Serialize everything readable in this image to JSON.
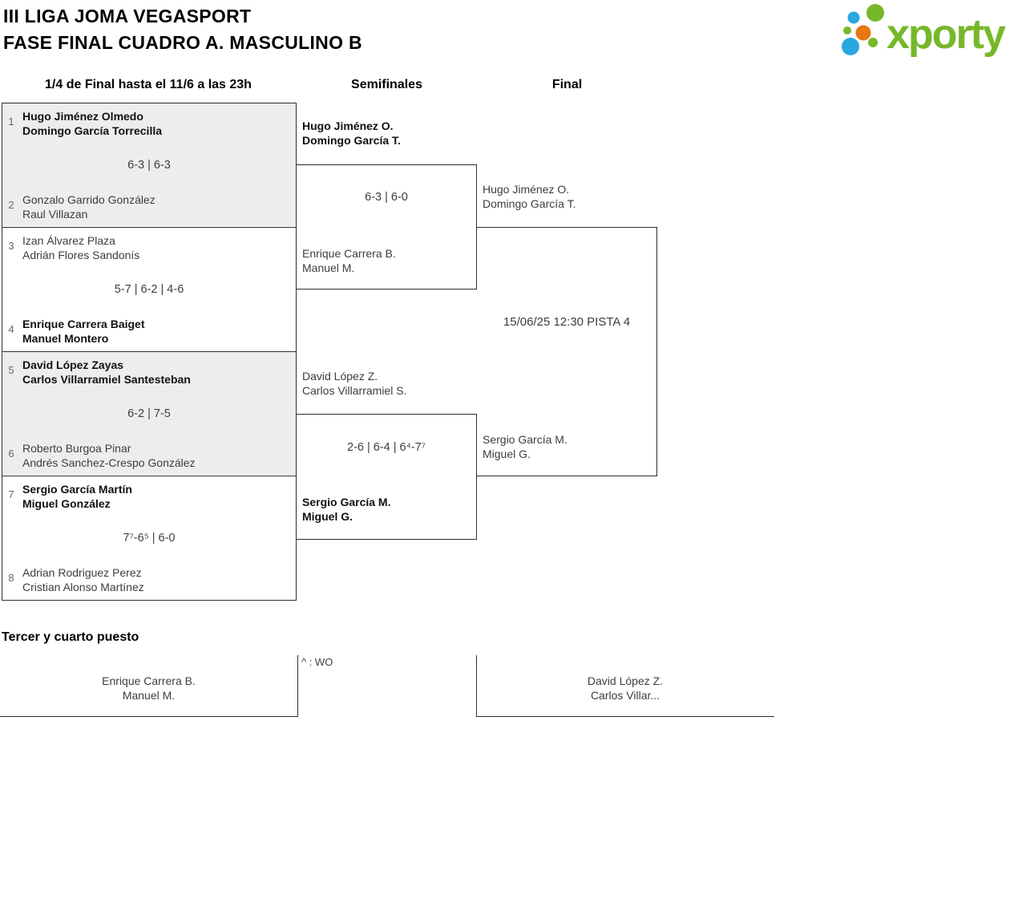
{
  "title": {
    "line1": "III LIGA JOMA VEGASPORT",
    "line2": "FASE FINAL CUADRO A. MASCULINO B"
  },
  "logo": {
    "text": "xporty",
    "green": "#76b82a",
    "blue": "#29a8e0",
    "orange": "#e87613"
  },
  "columns": {
    "quarterfinals": "1/4 de Final hasta el 11/6 a las 23h",
    "semifinals": "Semifinales",
    "final": "Final"
  },
  "quarterfinals": [
    {
      "seed_top": "1",
      "team_top": [
        "Hugo Jiménez Olmedo",
        "Domingo García Torrecilla"
      ],
      "top_winner": true,
      "score": "6-3 | 6-3",
      "seed_bottom": "2",
      "team_bottom": [
        "Gonzalo Garrido González",
        "Raul Villazan"
      ],
      "bottom_winner": false,
      "shaded": true
    },
    {
      "seed_top": "3",
      "team_top": [
        "Izan Álvarez Plaza",
        "Adrián Flores Sandonís"
      ],
      "top_winner": false,
      "score": "5-7 | 6-2 | 4-6",
      "seed_bottom": "4",
      "team_bottom": [
        "Enrique Carrera Baiget",
        "Manuel Montero"
      ],
      "bottom_winner": true,
      "shaded": false
    },
    {
      "seed_top": "5",
      "team_top": [
        "David López Zayas",
        "Carlos Villarramiel Santesteban"
      ],
      "top_winner": true,
      "score": "6-2 | 7-5",
      "seed_bottom": "6",
      "team_bottom": [
        "Roberto Burgoa Pinar",
        "Andrés Sanchez-Crespo González"
      ],
      "bottom_winner": false,
      "shaded": true
    },
    {
      "seed_top": "7",
      "team_top": [
        "Sergio García Martín",
        "Miguel González"
      ],
      "top_winner": true,
      "score": "7⁷-6⁵ | 6-0",
      "seed_bottom": "8",
      "team_bottom": [
        "Adrian Rodriguez Perez",
        "Cristian Alonso Martínez"
      ],
      "bottom_winner": false,
      "shaded": false
    }
  ],
  "semifinals": [
    {
      "team_top": [
        "Hugo Jiménez O.",
        "Domingo García T."
      ],
      "top_winner": true,
      "score": "6-3 | 6-0",
      "team_bottom": [
        "Enrique Carrera B.",
        "Manuel M."
      ],
      "bottom_winner": false
    },
    {
      "team_top": [
        "David López Z.",
        "Carlos Villarramiel S."
      ],
      "top_winner": false,
      "score": "2-6 | 6-4 | 6⁴-7⁷",
      "team_bottom": [
        "Sergio García M.",
        "Miguel G."
      ],
      "bottom_winner": true
    }
  ],
  "final": {
    "team_top": [
      "Hugo Jiménez O.",
      "Domingo García T."
    ],
    "schedule": "15/06/25 12:30 PISTA 4",
    "team_bottom": [
      "Sergio García M.",
      "Miguel G."
    ]
  },
  "third_place": {
    "heading": "Tercer y cuarto puesto",
    "legend": "^ : WO",
    "team_left": [
      "Enrique Carrera B.",
      "Manuel M."
    ],
    "team_right": [
      "David López Z.",
      "Carlos Villar..."
    ]
  },
  "colors": {
    "line": "#2e2e2e",
    "shaded_box": "#ededed",
    "text": "#3d3d3d",
    "text_winner": "#111111",
    "seed": "#666666"
  }
}
